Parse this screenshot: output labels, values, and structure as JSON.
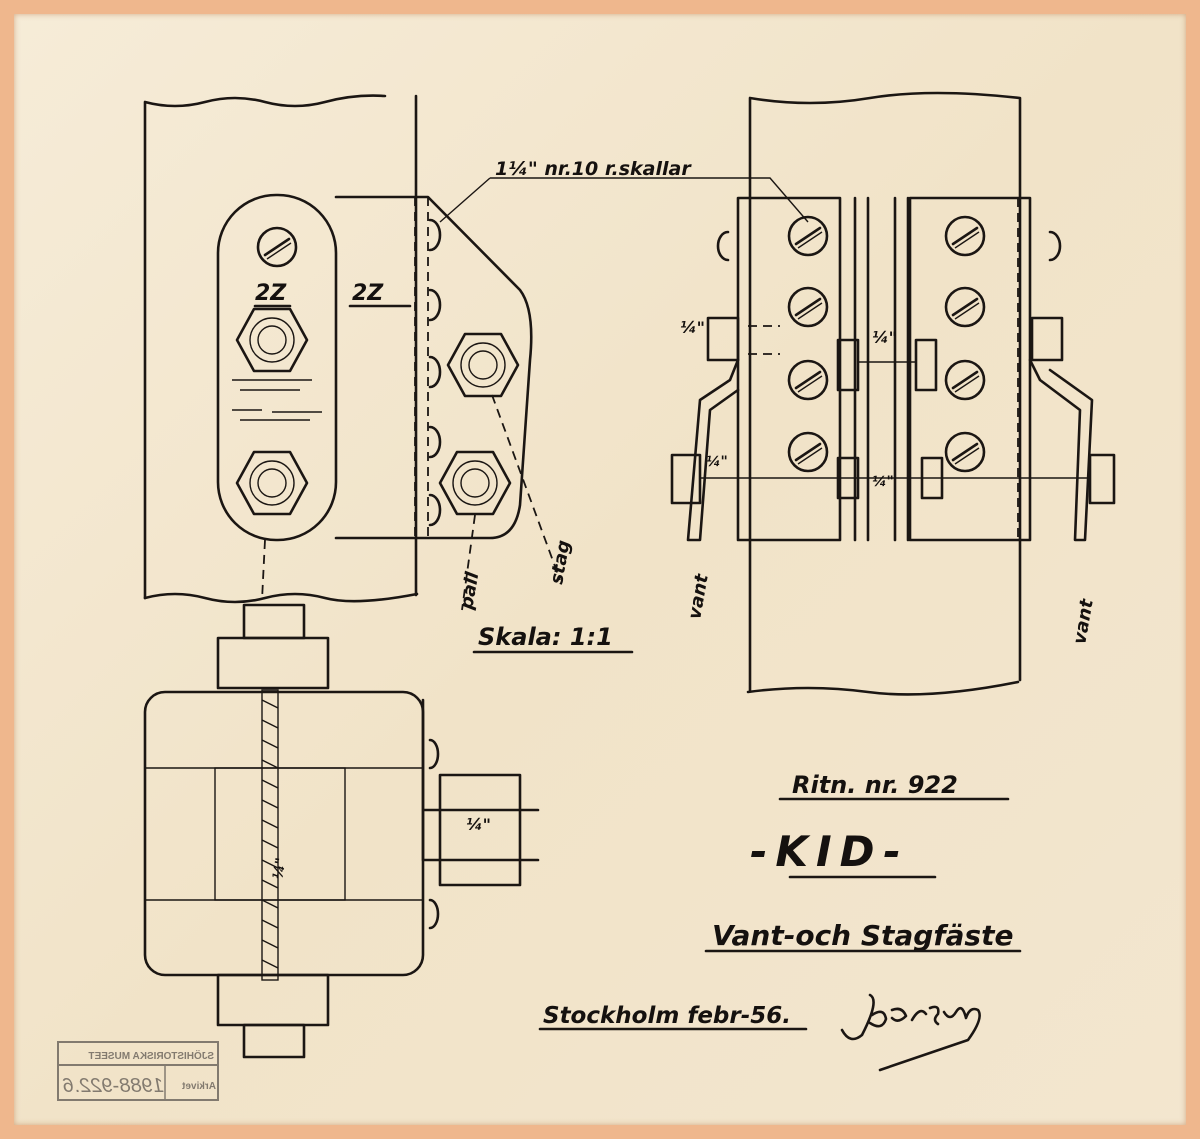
{
  "drawing": {
    "screw_note": "1¼\" nr.10  r.skallar",
    "dim_left_a": "2Z",
    "dim_left_b": "2Z",
    "bolt_label_left": "¼\"",
    "bolt_label_mid_top": "¼\"",
    "bolt_label_left_low": "¼\"",
    "bolt_label_mid_low": "¼\"",
    "bolt_label_side": "¼\"",
    "bolt_label_center": "¼\"",
    "label_pall": "pall",
    "label_stag": "stag",
    "label_vant_left": "vant",
    "label_vant_right": "vant",
    "scale": "Skala: 1:1"
  },
  "title_block": {
    "drawing_number": "Ritn. nr. 922",
    "title": "-KID-",
    "subtitle": "Vant-och Stagfäste",
    "place_date": "Stockholm febr-56.",
    "signature": "Joersen"
  },
  "stamp": {
    "museum": "SJÖHISTORISKA MUSEET",
    "archive_label": "Arkivet",
    "archive_number": "1988-922.6"
  }
}
